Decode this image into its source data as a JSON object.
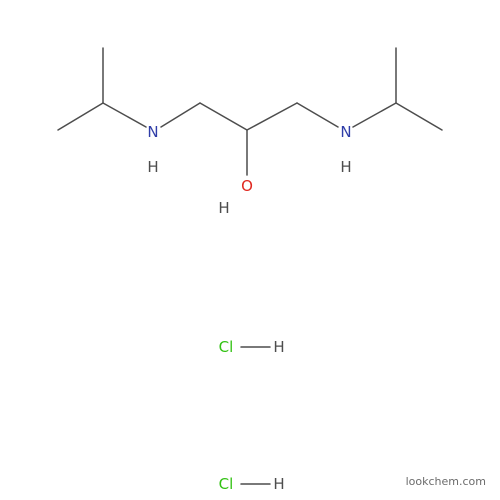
{
  "molecule": {
    "atoms": {
      "n_left": "N",
      "n_left_h": "H",
      "n_right": "N",
      "n_right_h": "H",
      "o": "O",
      "o_h": "H"
    },
    "salts": [
      {
        "cl": "Cl",
        "h": "H"
      },
      {
        "cl": "Cl",
        "h": "H"
      }
    ]
  },
  "colors": {
    "carbon_bond": "#4d4d4d",
    "nitrogen": "#2f3da8",
    "oxygen": "#e0271f",
    "chlorine": "#33c214",
    "hydrogen": "#4d4d4d"
  },
  "watermark": "lookchem.com"
}
